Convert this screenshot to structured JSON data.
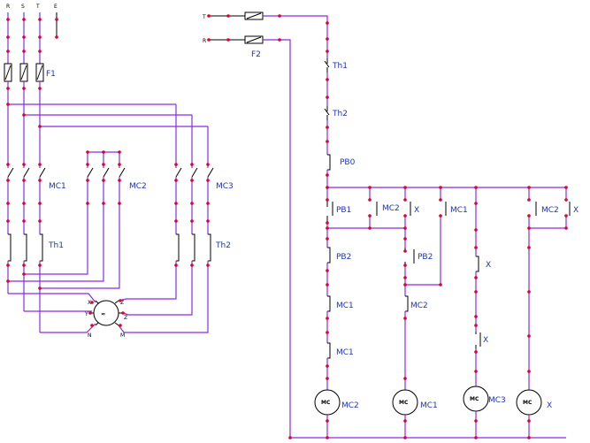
{
  "supply": {
    "r": "R",
    "s": "S",
    "t": "T",
    "e": "E"
  },
  "control_supply": {
    "t": "T",
    "r": "R"
  },
  "power": {
    "fuse": "F1",
    "mc1": "MC1",
    "mc2": "MC2",
    "mc3": "MC3",
    "th1": "Th1",
    "th2": "Th2",
    "motor_terminals": {
      "u": "X",
      "v": "Y",
      "w": "Z",
      "n": "N",
      "m": "M",
      "z2": "Z"
    }
  },
  "control": {
    "fuse": "F2",
    "th1": "Th1",
    "th2": "Th2",
    "pb0": "PB0",
    "pb1": "PB1",
    "pb2_a": "PB2",
    "pb2_b": "PB2",
    "mc2_contact": "MC2",
    "x_contact_1": "X",
    "mc1_contact": "MC1",
    "mc2_contact_b": "MC2",
    "x_contact_2": "X",
    "x_contact_3": "X",
    "x_contact_4": "X",
    "mc1_nc_1": "MC1",
    "mc1_nc_2": "MC1",
    "mc2_nc": "MC2",
    "coil_text": "MC",
    "coil_mc2": "MC2",
    "coil_mc1": "MC1",
    "coil_mc3": "MC3",
    "coil_x": "X"
  },
  "colors": {
    "wire": "#8a2be2",
    "label": "#1f33b0",
    "node": "#e0002a"
  }
}
